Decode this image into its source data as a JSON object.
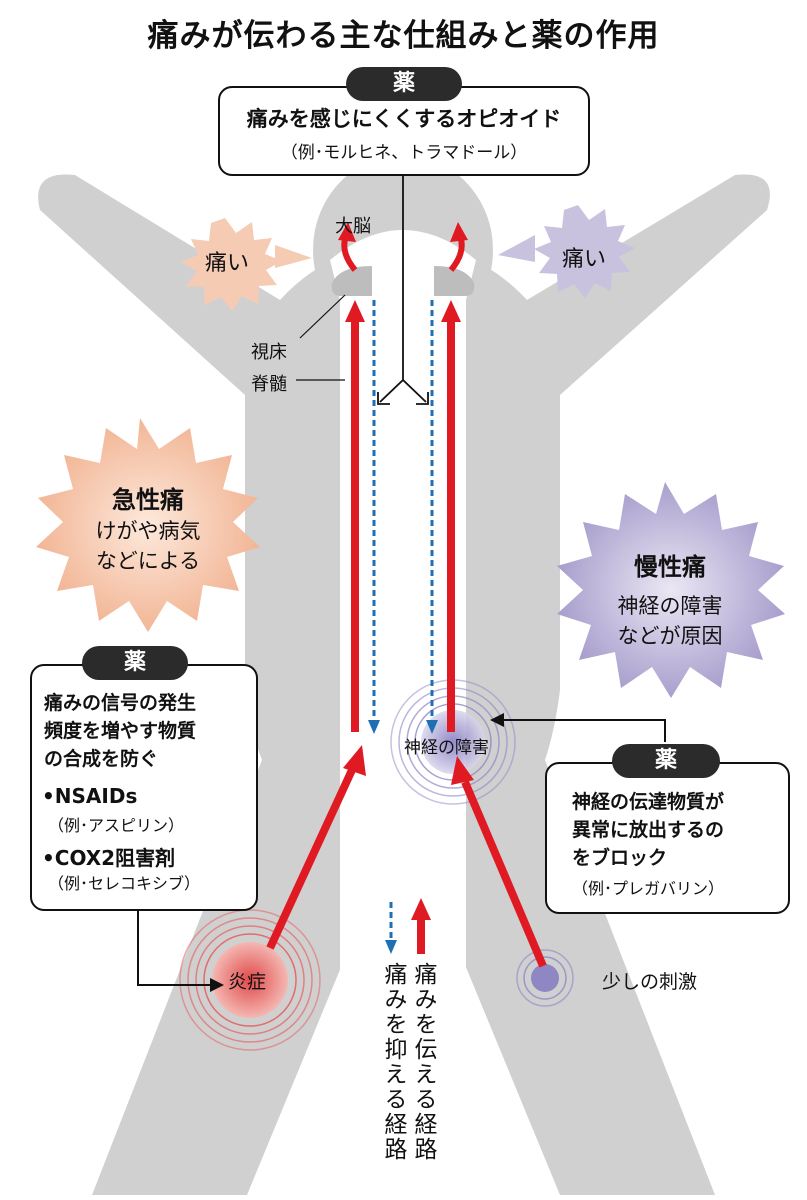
{
  "title": "痛みが伝わる主な仕組みと薬の作用",
  "top_drug": {
    "badge": "薬",
    "line1": "痛みを感じにくくするオピオイド",
    "line2": "（例･モルヒネ、トラマドール）"
  },
  "brain": {
    "label": "大脳",
    "pain_left": "痛い",
    "pain_right": "痛い"
  },
  "anatomy": {
    "thalamus": "視床",
    "spinal_cord": "脊髄"
  },
  "acute": {
    "title": "急性痛",
    "line1": "けがや病気",
    "line2": "などによる"
  },
  "chronic": {
    "title": "慢性痛",
    "line1": "神経の障害",
    "line2": "などが原因"
  },
  "left_drug": {
    "badge": "薬",
    "line1": "痛みの信号の発生",
    "line2": "頻度を増やす物質",
    "line3": "の合成を防ぐ",
    "item1": "•NSAIDs",
    "item1_example": "（例･アスピリン）",
    "item2": "•COX2阻害剤",
    "item2_example": "（例･セレコキシブ）"
  },
  "right_drug": {
    "badge": "薬",
    "line1": "神経の伝達物質が",
    "line2": "異常に放出するの",
    "line3": "をブロック",
    "example": "（例･プレガバリン）"
  },
  "sites": {
    "nerve_damage": "神経の障害",
    "inflammation": "炎症",
    "small_stimulus": "少しの刺激"
  },
  "legend": {
    "suppress": "痛みを抑える経路",
    "transmit": "痛みを伝える経路"
  },
  "colors": {
    "body": "#cfcfcf",
    "transmit_red": "#e01a22",
    "suppress_blue": "#1f6fb5",
    "acute_burst": "#f6cdb5",
    "chronic_burst": "#c9c2de",
    "inflammation": "#e36b6b",
    "nerve": "#8f86c4"
  }
}
